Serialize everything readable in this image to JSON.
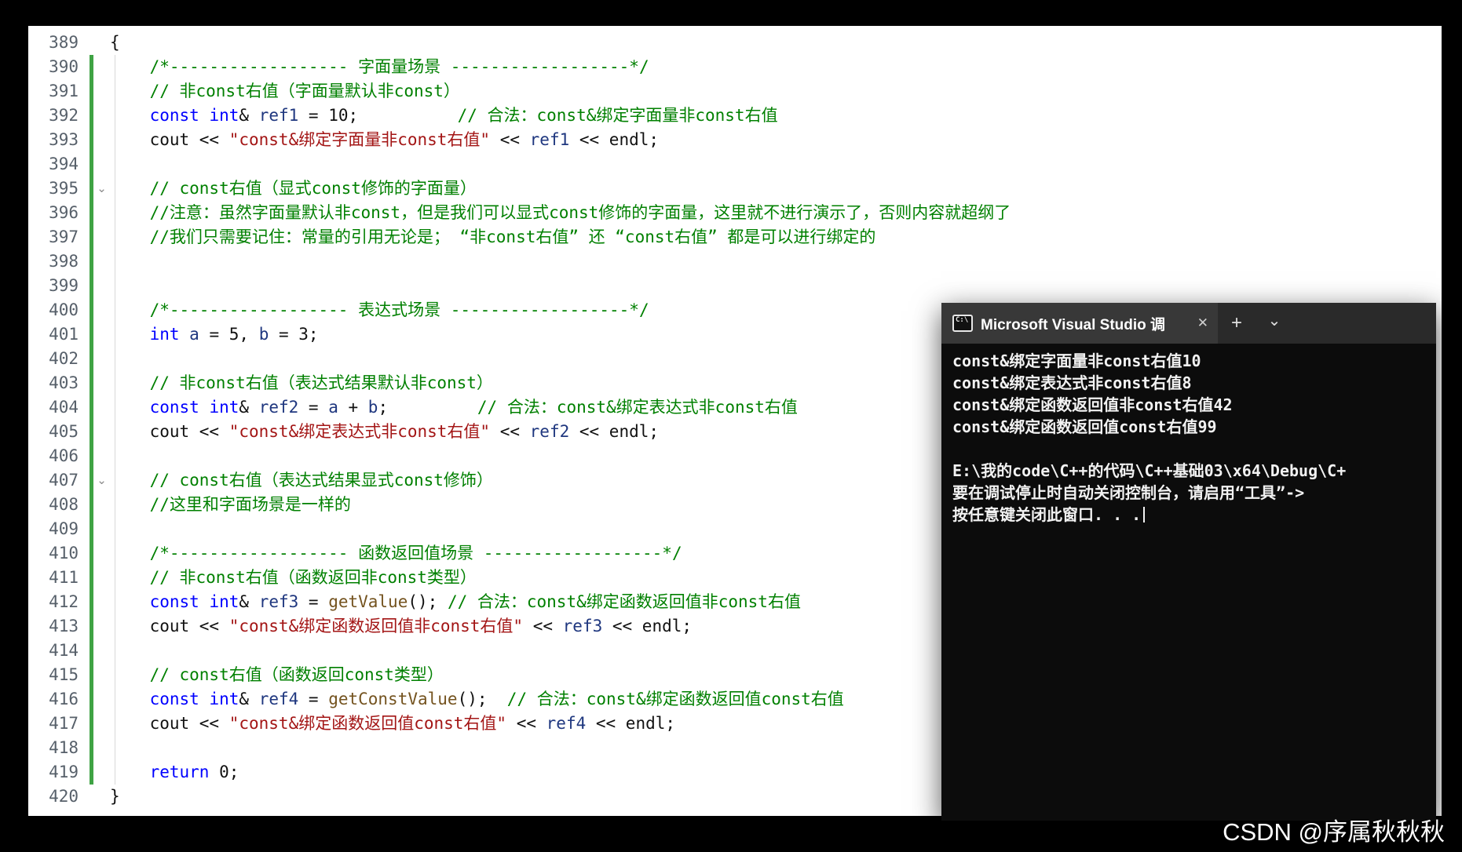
{
  "colors": {
    "keyword": "#0000ff",
    "comment": "#008000",
    "string_literal": "#a31515",
    "function_name": "#74531f",
    "variable": "#1f377f",
    "line_number": "#57606a",
    "change_bar": "#3fa344",
    "editor_bg": "#ffffff",
    "frame_bg": "#000000",
    "console_bg": "#0c0c0c",
    "console_text": "#f2f2f2",
    "titlebar_bg": "#2a2a2a",
    "tab_bg": "#383838"
  },
  "editor": {
    "fold_icon": "⌄",
    "lines": [
      {
        "n": "389",
        "chg": false,
        "fold": false,
        "segs": [
          {
            "t": "{"
          }
        ]
      },
      {
        "n": "390",
        "chg": true,
        "fold": false,
        "segs": [
          {
            "t": "    "
          },
          {
            "t": "/*------------------ 字面量场景 ------------------*/",
            "c": "com"
          }
        ]
      },
      {
        "n": "391",
        "chg": true,
        "fold": false,
        "segs": [
          {
            "t": "    "
          },
          {
            "t": "// 非const右值（字面量默认非const）",
            "c": "com"
          }
        ]
      },
      {
        "n": "392",
        "chg": true,
        "fold": false,
        "segs": [
          {
            "t": "    "
          },
          {
            "t": "const",
            "c": "kw"
          },
          {
            "t": " "
          },
          {
            "t": "int",
            "c": "kw"
          },
          {
            "t": "& "
          },
          {
            "t": "ref1",
            "c": "var"
          },
          {
            "t": " = 10;          "
          },
          {
            "t": "// 合法：const&绑定字面量非const右值",
            "c": "com"
          }
        ]
      },
      {
        "n": "393",
        "chg": true,
        "fold": false,
        "segs": [
          {
            "t": "    cout << "
          },
          {
            "t": "\"const&绑定字面量非const右值\"",
            "c": "str"
          },
          {
            "t": " << "
          },
          {
            "t": "ref1",
            "c": "var"
          },
          {
            "t": " << endl;"
          }
        ]
      },
      {
        "n": "394",
        "chg": true,
        "fold": false,
        "segs": []
      },
      {
        "n": "395",
        "chg": true,
        "fold": true,
        "segs": [
          {
            "t": "    "
          },
          {
            "t": "// const右值（显式const修饰的字面量）",
            "c": "com"
          }
        ]
      },
      {
        "n": "396",
        "chg": true,
        "fold": false,
        "segs": [
          {
            "t": "    "
          },
          {
            "t": "//注意：虽然字面量默认非const，但是我们可以显式const修饰的字面量，这里就不进行演示了，否则内容就超纲了",
            "c": "com"
          }
        ]
      },
      {
        "n": "397",
        "chg": true,
        "fold": false,
        "segs": [
          {
            "t": "    "
          },
          {
            "t": "//我们只需要记住：常量的引用无论是； “非const右值” 还 “const右值” 都是可以进行绑定的",
            "c": "com"
          }
        ]
      },
      {
        "n": "398",
        "chg": true,
        "fold": false,
        "segs": []
      },
      {
        "n": "399",
        "chg": true,
        "fold": false,
        "segs": []
      },
      {
        "n": "400",
        "chg": true,
        "fold": false,
        "segs": [
          {
            "t": "    "
          },
          {
            "t": "/*------------------ 表达式场景 ------------------*/",
            "c": "com"
          }
        ]
      },
      {
        "n": "401",
        "chg": true,
        "fold": false,
        "segs": [
          {
            "t": "    "
          },
          {
            "t": "int",
            "c": "kw"
          },
          {
            "t": " "
          },
          {
            "t": "a",
            "c": "var"
          },
          {
            "t": " = 5, "
          },
          {
            "t": "b",
            "c": "var"
          },
          {
            "t": " = 3;"
          }
        ]
      },
      {
        "n": "402",
        "chg": true,
        "fold": false,
        "segs": []
      },
      {
        "n": "403",
        "chg": true,
        "fold": false,
        "segs": [
          {
            "t": "    "
          },
          {
            "t": "// 非const右值（表达式结果默认非const）",
            "c": "com"
          }
        ]
      },
      {
        "n": "404",
        "chg": true,
        "fold": false,
        "segs": [
          {
            "t": "    "
          },
          {
            "t": "const",
            "c": "kw"
          },
          {
            "t": " "
          },
          {
            "t": "int",
            "c": "kw"
          },
          {
            "t": "& "
          },
          {
            "t": "ref2",
            "c": "var"
          },
          {
            "t": " = "
          },
          {
            "t": "a",
            "c": "var"
          },
          {
            "t": " + "
          },
          {
            "t": "b",
            "c": "var"
          },
          {
            "t": ";         "
          },
          {
            "t": "// 合法：const&绑定表达式非const右值",
            "c": "com"
          }
        ]
      },
      {
        "n": "405",
        "chg": true,
        "fold": false,
        "segs": [
          {
            "t": "    cout << "
          },
          {
            "t": "\"const&绑定表达式非const右值\"",
            "c": "str"
          },
          {
            "t": " << "
          },
          {
            "t": "ref2",
            "c": "var"
          },
          {
            "t": " << endl;"
          }
        ]
      },
      {
        "n": "406",
        "chg": true,
        "fold": false,
        "segs": []
      },
      {
        "n": "407",
        "chg": true,
        "fold": true,
        "segs": [
          {
            "t": "    "
          },
          {
            "t": "// const右值（表达式结果显式const修饰）",
            "c": "com"
          }
        ]
      },
      {
        "n": "408",
        "chg": true,
        "fold": false,
        "segs": [
          {
            "t": "    "
          },
          {
            "t": "//这里和字面场景是一样的",
            "c": "com"
          }
        ]
      },
      {
        "n": "409",
        "chg": true,
        "fold": false,
        "segs": []
      },
      {
        "n": "410",
        "chg": true,
        "fold": false,
        "segs": [
          {
            "t": "    "
          },
          {
            "t": "/*------------------ 函数返回值场景 ------------------*/",
            "c": "com"
          }
        ]
      },
      {
        "n": "411",
        "chg": true,
        "fold": false,
        "segs": [
          {
            "t": "    "
          },
          {
            "t": "// 非const右值（函数返回非const类型）",
            "c": "com"
          }
        ]
      },
      {
        "n": "412",
        "chg": true,
        "fold": false,
        "segs": [
          {
            "t": "    "
          },
          {
            "t": "const",
            "c": "kw"
          },
          {
            "t": " "
          },
          {
            "t": "int",
            "c": "kw"
          },
          {
            "t": "& "
          },
          {
            "t": "ref3",
            "c": "var"
          },
          {
            "t": " = "
          },
          {
            "t": "getValue",
            "c": "fn"
          },
          {
            "t": "(); "
          },
          {
            "t": "// 合法：const&绑定函数返回值非const右值",
            "c": "com"
          }
        ]
      },
      {
        "n": "413",
        "chg": true,
        "fold": false,
        "segs": [
          {
            "t": "    cout << "
          },
          {
            "t": "\"const&绑定函数返回值非const右值\"",
            "c": "str"
          },
          {
            "t": " << "
          },
          {
            "t": "ref3",
            "c": "var"
          },
          {
            "t": " << endl;"
          }
        ]
      },
      {
        "n": "414",
        "chg": true,
        "fold": false,
        "segs": []
      },
      {
        "n": "415",
        "chg": true,
        "fold": false,
        "segs": [
          {
            "t": "    "
          },
          {
            "t": "// const右值（函数返回const类型）",
            "c": "com"
          }
        ]
      },
      {
        "n": "416",
        "chg": true,
        "fold": false,
        "segs": [
          {
            "t": "    "
          },
          {
            "t": "const",
            "c": "kw"
          },
          {
            "t": " "
          },
          {
            "t": "int",
            "c": "kw"
          },
          {
            "t": "& "
          },
          {
            "t": "ref4",
            "c": "var"
          },
          {
            "t": " = "
          },
          {
            "t": "getConstValue",
            "c": "fn"
          },
          {
            "t": "();  "
          },
          {
            "t": "// 合法：const&绑定函数返回值const右值",
            "c": "com"
          }
        ]
      },
      {
        "n": "417",
        "chg": true,
        "fold": false,
        "segs": [
          {
            "t": "    cout << "
          },
          {
            "t": "\"const&绑定函数返回值const右值\"",
            "c": "str"
          },
          {
            "t": " << "
          },
          {
            "t": "ref4",
            "c": "var"
          },
          {
            "t": " << endl;"
          }
        ]
      },
      {
        "n": "418",
        "chg": true,
        "fold": false,
        "segs": []
      },
      {
        "n": "419",
        "chg": true,
        "fold": false,
        "segs": [
          {
            "t": "    "
          },
          {
            "t": "return",
            "c": "kw"
          },
          {
            "t": " 0;"
          }
        ]
      },
      {
        "n": "420",
        "chg": false,
        "fold": false,
        "segs": [
          {
            "t": "}"
          }
        ]
      }
    ]
  },
  "console": {
    "tab_title": "Microsoft Visual Studio 调",
    "icon_label": "C:\\",
    "close_label": "✕",
    "new_tab_label": "+",
    "dropdown_label": "⌄",
    "cursor_line": 7,
    "output": [
      "const&绑定字面量非const右值10",
      "const&绑定表达式非const右值8",
      "const&绑定函数返回值非const右值42",
      "const&绑定函数返回值const右值99",
      "",
      "E:\\我的code\\C++的代码\\C++基础03\\x64\\Debug\\C+",
      "要在调试停止时自动关闭控制台，请启用“工具”->",
      "按任意键关闭此窗口. . ."
    ]
  },
  "watermark": "CSDN @序属秋秋秋"
}
